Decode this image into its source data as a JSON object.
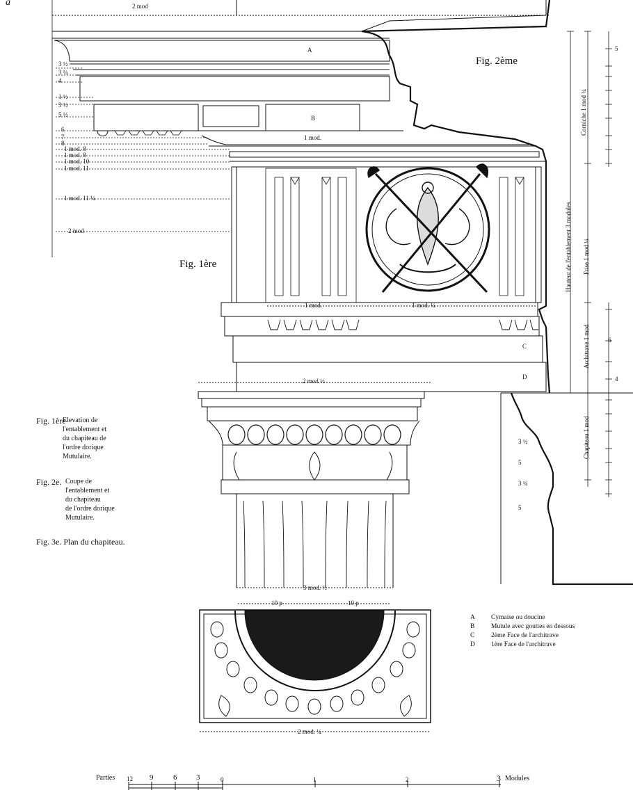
{
  "plate": {
    "corner_letter": "a",
    "fig1_label": "Fig. 1ère",
    "fig2_label": "Fig. 2ème"
  },
  "section_letters": {
    "A": "A",
    "B": "B",
    "C": "C",
    "D": "D"
  },
  "dimension_labels": {
    "top_2mod": "2 mod",
    "dim_1mod_b": "1 mod.",
    "dim_1mod_frieze": "1 mod.",
    "dim_1mod_quarter": "1 mod. ¼",
    "dim_2mod_half": "2 mod ½",
    "dim_3mod_col": "3 mod. ½",
    "dim_10p_left": "10 p",
    "dim_10p_right": "10 p",
    "dim_2mod_quarter_plan": "2 mod. ¼",
    "left_1mod_8": "1 mod. 8",
    "left_1mod_8b": "1 mod. 8",
    "left_1mod_10": "1 mod. 10",
    "left_1mod_11": "1 mod. 11",
    "left_1mod_11q": "1 mod. 11 ¼",
    "left_2mod": "2 mod"
  },
  "left_ticks": [
    "3 ½",
    "3 ¼",
    "4",
    "1 ½",
    "3 ½",
    "5 ½",
    "6",
    "7",
    "8"
  ],
  "right_ticks": [
    "5",
    "6",
    "4",
    "3 ½",
    "5",
    "3 ¼",
    "5"
  ],
  "vertical_labels": {
    "corniche": "Corniche 1 mod ¼",
    "hauteur": "Hauteur de l'entablement 3 modules",
    "frise": "Frise 1 mod ¼",
    "architrave": "Architrave 1 mod",
    "chapiteau": "Chapiteau 1 mod"
  },
  "captions": {
    "fig1_head": "Fig. 1ère",
    "fig1_lines": [
      "Elevation de",
      "l'entablement et",
      "du chapiteau de",
      "l'ordre dorique",
      "Mutulaire."
    ],
    "fig2_head": "Fig. 2e.",
    "fig2_lines": [
      "Coupe de",
      "l'entablement et",
      "du chapiteau",
      "de l'ordre dorique",
      "Mutulaire."
    ],
    "fig3": "Fig. 3e. Plan du chapiteau."
  },
  "legend": [
    {
      "key": "A",
      "text": "Cymaise ou doucine"
    },
    {
      "key": "B",
      "text": "Mutule avec gouttes en dessous"
    },
    {
      "key": "C",
      "text": "2ème Face de l'architrave"
    },
    {
      "key": "D",
      "text": "1ère Face de l'architrave"
    }
  ],
  "scale": {
    "label": "Parties",
    "ticks": [
      "12",
      "9",
      "6",
      "3",
      "0",
      "1",
      "2",
      "3"
    ],
    "unit": "Modules"
  }
}
